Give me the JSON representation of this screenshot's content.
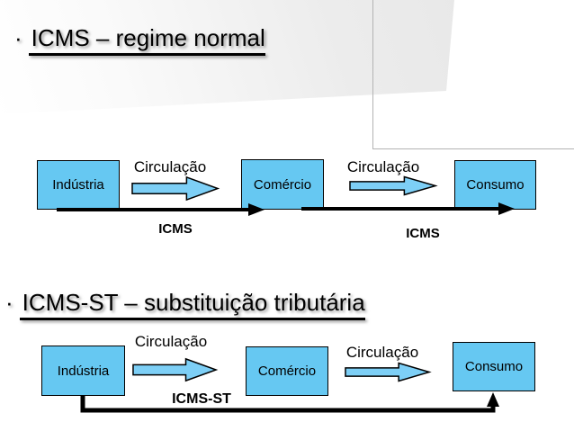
{
  "sections": [
    {
      "bullet": "·",
      "title": "ICMS – regime normal",
      "boxes": [
        "Indústria",
        "Comércio",
        "Consumo"
      ],
      "flow_labels": [
        "Circulação",
        "Circulação"
      ],
      "tax_labels": [
        "ICMS",
        "ICMS"
      ]
    },
    {
      "bullet": "·",
      "title": "ICMS-ST – substituição tributária",
      "boxes": [
        "Indústria",
        "Comércio",
        "Consumo"
      ],
      "flow_labels": [
        "Circulação",
        "Circulação"
      ],
      "tax_labels": [
        "ICMS-ST"
      ]
    }
  ],
  "colors": {
    "box_fill": "#66c8f2",
    "block_arrow_fill": "#7dcff6",
    "flow_line": "#000000",
    "frame_border": "#b3b3b3",
    "title_text": "#000000"
  }
}
